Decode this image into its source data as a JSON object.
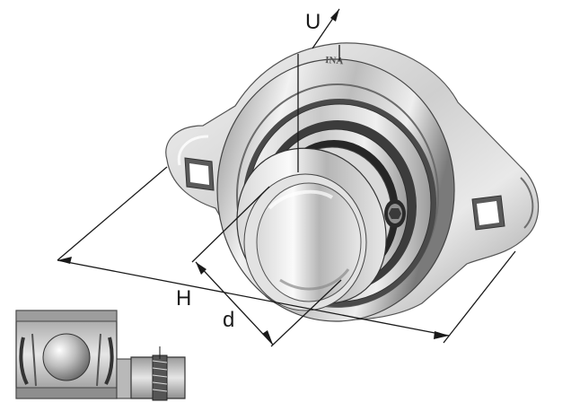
{
  "dimensions": {
    "u": "U",
    "h": "H",
    "d": "d"
  },
  "brand": "INA",
  "colors": {
    "steel_dark": "#7d7d7d",
    "steel_mid": "#bdbdbd",
    "steel_light": "#efefef",
    "line": "#1a1a1a"
  }
}
